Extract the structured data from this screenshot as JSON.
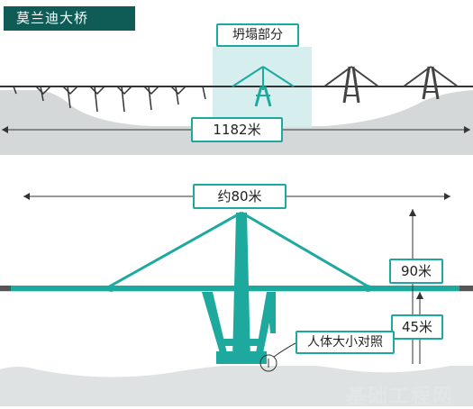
{
  "title": "莫兰迪大桥",
  "labels": {
    "collapsed_section": "坍塌部分",
    "total_length": "1182米",
    "span_width": "约80米",
    "tower_height": "90米",
    "deck_height": "45米",
    "human_scale": "人体大小对照"
  },
  "watermark": "基础工程网",
  "colors": {
    "teal": "#1ea99f",
    "dark_teal": "#0f5c57",
    "ground": "#d5d8d8",
    "highlight": "#cfeceb"
  }
}
